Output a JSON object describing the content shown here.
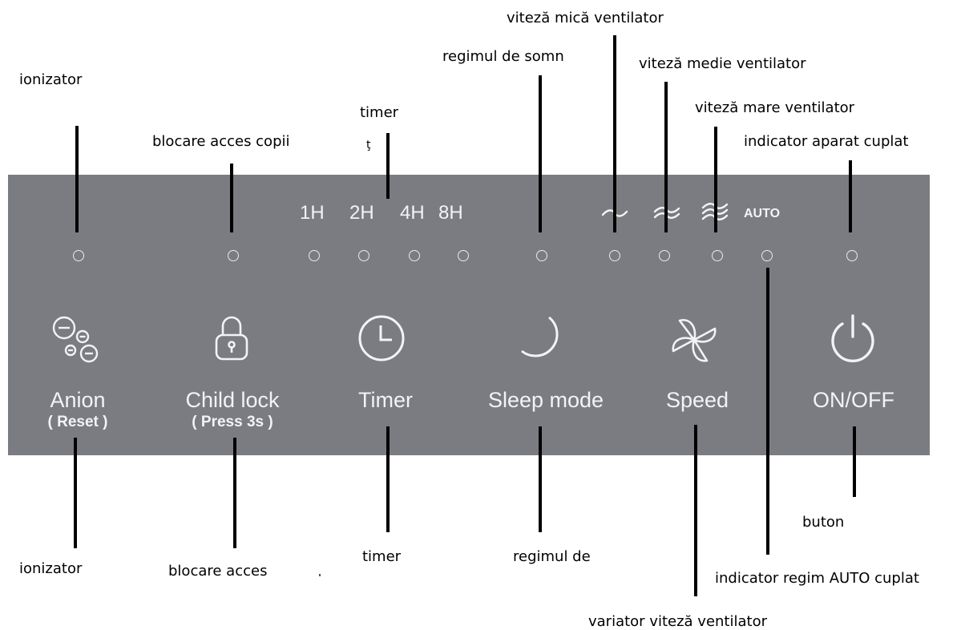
{
  "callouts": {
    "ionizer_top": "ionizator",
    "child_lock_top": "blocare acces copii",
    "timer_top": "timer",
    "timer_mark": "ţ",
    "sleep_top": "regimul de somn",
    "fan_low": "viteză mică ventilator",
    "fan_medium": "viteză medie ventilator",
    "fan_high": "viteză mare ventilator",
    "power_indicator": "indicator aparat cuplat",
    "ionizer_bottom": "ionizator",
    "child_lock_bottom": "blocare acces",
    "timer_bottom": "timer",
    "sleep_bottom": "regimul de",
    "button": "buton",
    "auto_indicator": "indicator regim AUTO cuplat",
    "speed_variator": "variator viteză ventilator"
  },
  "panel": {
    "hours": [
      "1H",
      "2H",
      "4H",
      "8H"
    ],
    "auto_label": "AUTO",
    "buttons": {
      "anion": {
        "label": "Anion",
        "sub": "( Reset )"
      },
      "child_lock": {
        "label": "Child lock",
        "sub": "( Press 3s )"
      },
      "timer": {
        "label": "Timer"
      },
      "sleep": {
        "label": "Sleep mode"
      },
      "speed": {
        "label": "Speed"
      },
      "power": {
        "label": "ON/OFF"
      }
    },
    "icons": [
      "anion-icon",
      "padlock-icon",
      "clock-icon",
      "moon-icon",
      "fan-icon",
      "power-icon",
      "fan-low-icon",
      "fan-medium-icon",
      "fan-high-icon"
    ],
    "colors": {
      "panel": "#7a7c81",
      "text": "#f2f3f5"
    }
  }
}
